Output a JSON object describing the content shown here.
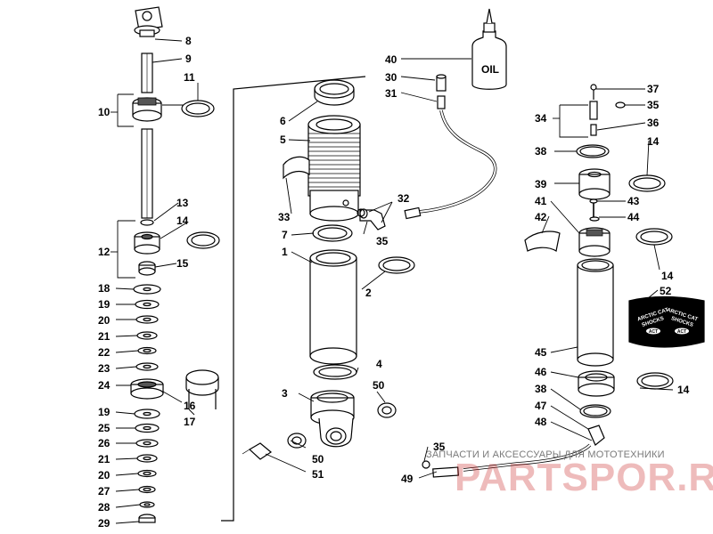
{
  "diagram": {
    "part_numbers": [
      "1",
      "2",
      "3",
      "4",
      "5",
      "6",
      "7",
      "8",
      "9",
      "10",
      "11",
      "12",
      "13",
      "14",
      "15",
      "16",
      "17",
      "18",
      "19",
      "20",
      "21",
      "22",
      "23",
      "24",
      "25",
      "26",
      "27",
      "28",
      "29",
      "30",
      "31",
      "32",
      "33",
      "34",
      "35",
      "36",
      "37",
      "38",
      "39",
      "40",
      "41",
      "42",
      "43",
      "44",
      "45",
      "46",
      "47",
      "48",
      "49",
      "50",
      "51",
      "52"
    ],
    "oil_bottle_label": "OIL",
    "decal_text": [
      "ARCTIC CAT",
      "SHOCKS",
      "ARCTIC CAT",
      "SHOCKS"
    ],
    "decal_logo_text": "ACT"
  },
  "watermark": {
    "caption": "ЗАПЧАСТИ И АКСЕССУАРЫ ДЛЯ МОТОТЕХНИКИ",
    "brand": "PARTSPOR.RU"
  },
  "colors": {
    "line": "#000000",
    "background": "#ffffff",
    "watermark_red": "#c81e1e"
  }
}
